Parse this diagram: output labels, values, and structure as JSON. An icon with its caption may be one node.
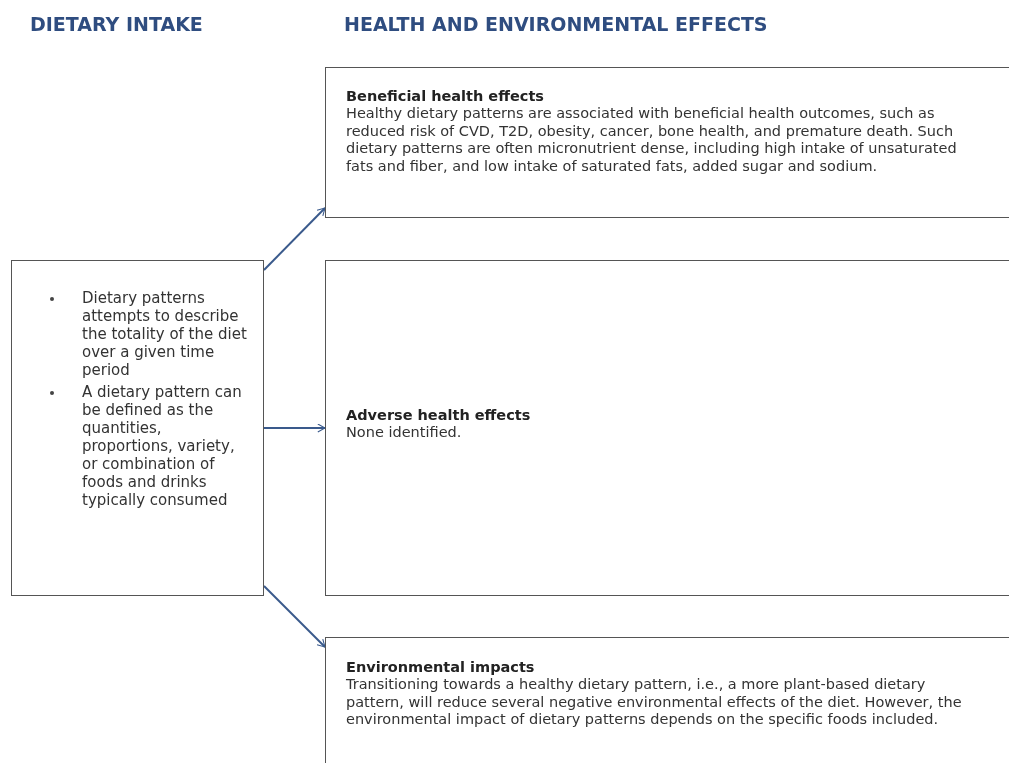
{
  "diagram": {
    "nodes": [
      {
        "text": [
          "Dietary patterns attempts to describe the totality of the diet over a given time period",
          "A dietary pattern can be defined as the quantities, proportions, variety, or combination of foods and drinks typically consumed"
        ]
      },
      {
        "text": [
          "Beneficial health effects",
          "Healthy dietary patterns are associated with beneficial health outcomes, such as reduced risk of CVD, T2D, obesity, cancer, bone health, and premature death. Such dietary patterns are often micronutrient dense, including high intake of unsaturated fats and fiber, and low intake of saturated fats, added sugar and sodium."
        ]
      },
      {
        "text": [
          "Adverse health effects",
          "None identified."
        ]
      },
      {
        "text": [
          "Environmental impacts",
          "Transitioning towards a healthy dietary pattern, i.e., a more plant-based dietary pattern, will reduce several negative environmental effects of the diet. However, the environmental impact of dietary patterns depends on the specific foods included."
        ]
      }
    ],
    "edges": [
      {
        "from": 0,
        "to": 1,
        "arrow": "to"
      },
      {
        "from": 0,
        "to": 2,
        "arrow": "to"
      },
      {
        "from": 0,
        "to": 3,
        "arrow": "to"
      }
    ],
    "labels": [
      "DIETARY INTAKE",
      "HEALTH AND ENVIRONMENTAL EFFECTS"
    ]
  }
}
